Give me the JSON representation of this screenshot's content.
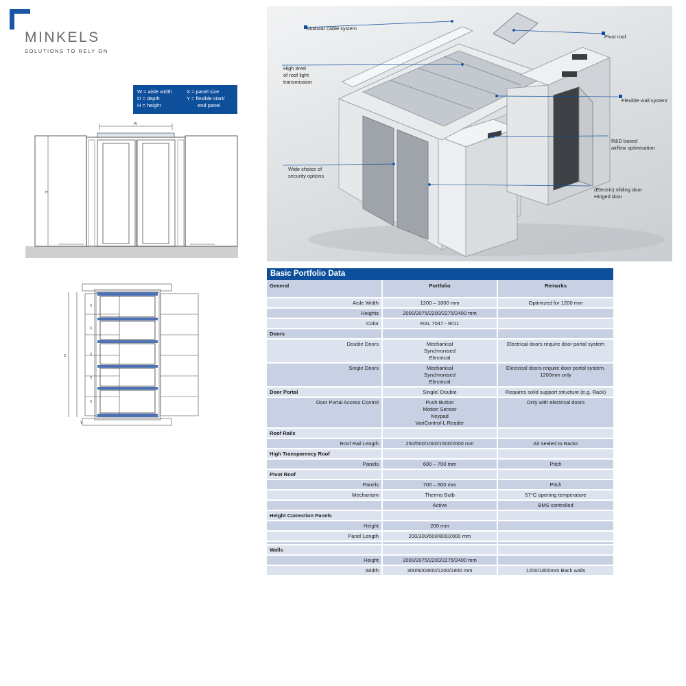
{
  "logo": {
    "name": "MINKELS",
    "tagline": "SOLUTIONS TO RELY ON",
    "brand_color": "#1a56a6"
  },
  "legend": {
    "rows": [
      {
        "left": "W = aisle width",
        "right": "X = panel size"
      },
      {
        "left": "D = depth",
        "right": "Y = flexible start/"
      },
      {
        "left": "H = height",
        "right": "end panel"
      }
    ]
  },
  "drawings": {
    "elevation": {
      "w_label": "W",
      "h_label": "H"
    },
    "plan": {
      "d_label": "D",
      "x_label": "X",
      "y_label": "Y"
    }
  },
  "render": {
    "callouts": {
      "modular_cable": "Modular cable system",
      "pivot_roof": "Pivot roof",
      "high_level": "High level\nof roof light\ntransmission",
      "flexible_wall": "Flexible wall system",
      "rd_airflow": "R&D based\nairflow optimisation",
      "security": "Wide choice of\nsecurity options",
      "sliding_door": "(Electric) sliding door\nHinged door"
    }
  },
  "table": {
    "title": "Basic Portfolio Data",
    "headers": {
      "general": "General",
      "portfolio": "Portfolio",
      "remarks": "Remarks"
    },
    "rows": [
      {
        "type": "item",
        "label": "Aisle Width",
        "portfolio": "1200 – 1800 mm",
        "remarks": "Optimized for 1200 mm"
      },
      {
        "type": "item",
        "label": "Heights",
        "portfolio": "2000/2075/2200/2275/2400 mm",
        "remarks": ""
      },
      {
        "type": "item",
        "label": "Color",
        "portfolio": "RAL 7047 - 9011",
        "remarks": ""
      },
      {
        "type": "section",
        "label": "Doors",
        "portfolio": "",
        "remarks": ""
      },
      {
        "type": "item",
        "label": "Double Doors",
        "portfolio": "Mechanical\nSynchronised\nElectrical",
        "remarks": "Electrical doors require door portal system"
      },
      {
        "type": "item",
        "label": "Single Doors",
        "portfolio": "Mechanical\nSynchronised\nElectrical",
        "remarks": "Electrical doors require door portal system.\n1200mm only"
      },
      {
        "type": "section",
        "label": "Door Portal",
        "portfolio": "Single/ Double",
        "remarks": "Requires solid support structure (e.g. Rack)"
      },
      {
        "type": "item",
        "label": "Door Portal Access Control",
        "portfolio": "Push Button\nMotion Sensor\nKeypad\nVariControl-L Reader",
        "remarks": "Only with electrical doors"
      },
      {
        "type": "section",
        "label": "Roof Rails",
        "portfolio": "",
        "remarks": ""
      },
      {
        "type": "item",
        "label": "Roof Rail Length",
        "portfolio": "250/500/1000/1500/2000 mm",
        "remarks": "Air sealed to Racks"
      },
      {
        "type": "section",
        "label": "High Transparency Roof",
        "portfolio": "",
        "remarks": ""
      },
      {
        "type": "item",
        "label": "Panels",
        "portfolio": "600 – 700 mm",
        "remarks": "Pitch"
      },
      {
        "type": "section",
        "label": "Pivot Roof",
        "portfolio": "",
        "remarks": ""
      },
      {
        "type": "item",
        "label": "Panels",
        "portfolio": "700 – 800 mm",
        "remarks": "Pitch"
      },
      {
        "type": "item",
        "label": "Mechanism",
        "portfolio": "Thermo Bulb",
        "remarks": "57°C opening temperature"
      },
      {
        "type": "item",
        "label": "",
        "portfolio": "Active",
        "remarks": "BMS controlled"
      },
      {
        "type": "section",
        "label": "Height Correction Panels",
        "portfolio": "",
        "remarks": ""
      },
      {
        "type": "item",
        "label": "Height",
        "portfolio": "200 mm",
        "remarks": ""
      },
      {
        "type": "item",
        "label": "Panel Length",
        "portfolio": "200/300/600/800/2000 mm",
        "remarks": ""
      },
      {
        "type": "item",
        "label": "",
        "portfolio": "",
        "remarks": ""
      },
      {
        "type": "section",
        "label": "Walls",
        "portfolio": "",
        "remarks": ""
      },
      {
        "type": "item",
        "label": "Height",
        "portfolio": "2000/2075/2200/2275/2400 mm",
        "remarks": ""
      },
      {
        "type": "item",
        "label": "Width",
        "portfolio": "300/600/800/1200/1800 mm",
        "remarks": "1200/1800mm Back walls"
      }
    ]
  }
}
